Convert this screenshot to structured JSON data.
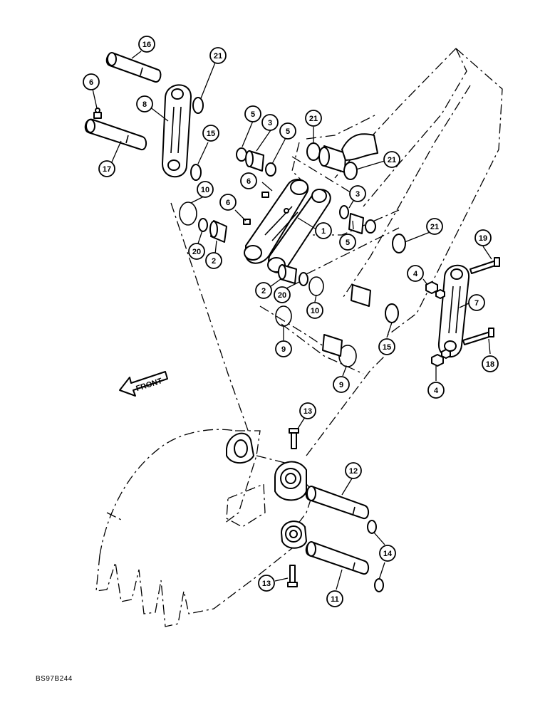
{
  "diagram": {
    "drawing_number": "BS97B244",
    "front_label": "FRONT",
    "callouts": [
      {
        "id": "c16",
        "label": "16"
      },
      {
        "id": "c21a",
        "label": "21"
      },
      {
        "id": "c6a",
        "label": "6"
      },
      {
        "id": "c8",
        "label": "8"
      },
      {
        "id": "c17",
        "label": "17"
      },
      {
        "id": "c5a",
        "label": "5"
      },
      {
        "id": "c3a",
        "label": "3"
      },
      {
        "id": "c5b",
        "label": "5"
      },
      {
        "id": "c21b",
        "label": "21"
      },
      {
        "id": "c21c",
        "label": "21"
      },
      {
        "id": "c15a",
        "label": "15"
      },
      {
        "id": "c6b",
        "label": "6"
      },
      {
        "id": "c10a",
        "label": "10"
      },
      {
        "id": "c6c",
        "label": "6"
      },
      {
        "id": "c3b",
        "label": "3"
      },
      {
        "id": "c1",
        "label": "1"
      },
      {
        "id": "c20a",
        "label": "20"
      },
      {
        "id": "c2a",
        "label": "2"
      },
      {
        "id": "c5c",
        "label": "5"
      },
      {
        "id": "c21d",
        "label": "21"
      },
      {
        "id": "c19",
        "label": "19"
      },
      {
        "id": "c4a",
        "label": "4"
      },
      {
        "id": "c7",
        "label": "7"
      },
      {
        "id": "c2b",
        "label": "2"
      },
      {
        "id": "c20b",
        "label": "20"
      },
      {
        "id": "c10b",
        "label": "10"
      },
      {
        "id": "c9a",
        "label": "9"
      },
      {
        "id": "c15b",
        "label": "15"
      },
      {
        "id": "c18",
        "label": "18"
      },
      {
        "id": "c9b",
        "label": "9"
      },
      {
        "id": "c4b",
        "label": "4"
      },
      {
        "id": "c13a",
        "label": "13"
      },
      {
        "id": "c12",
        "label": "12"
      },
      {
        "id": "c14",
        "label": "14"
      },
      {
        "id": "c13b",
        "label": "13"
      },
      {
        "id": "c11",
        "label": "11"
      }
    ]
  }
}
